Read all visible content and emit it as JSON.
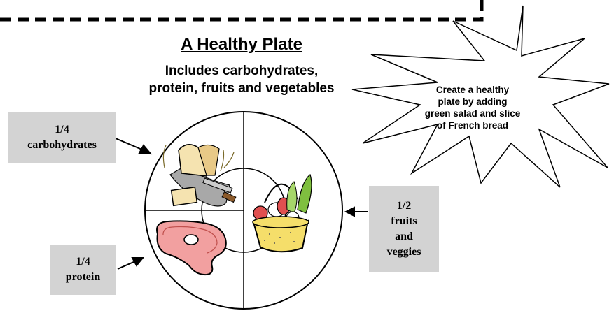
{
  "title": "A Healthy Plate",
  "subtitle": {
    "line1": "Includes carbohydrates,",
    "line2": "protein, fruits and vegetables"
  },
  "callout": {
    "lines": [
      "Create a healthy",
      "plate by adding",
      "green salad and slice",
      "of French bread"
    ]
  },
  "labels": {
    "carbs": {
      "fraction": "1/4",
      "name": "carbohydrates"
    },
    "fruits": {
      "fraction": "1/2",
      "line2": "fruits",
      "line3": "and",
      "line4": "veggies"
    },
    "protein": {
      "fraction": "1/4",
      "name": "protein"
    }
  },
  "colors": {
    "label_box": "#d3d3d3",
    "meat": "#f2a0a0",
    "basket": "#f5de6a",
    "bread": "#f5e3b0",
    "leaf": "#7fbf3f"
  },
  "icons": [
    "bread-icon",
    "meat-icon",
    "fruit-basket-icon"
  ]
}
